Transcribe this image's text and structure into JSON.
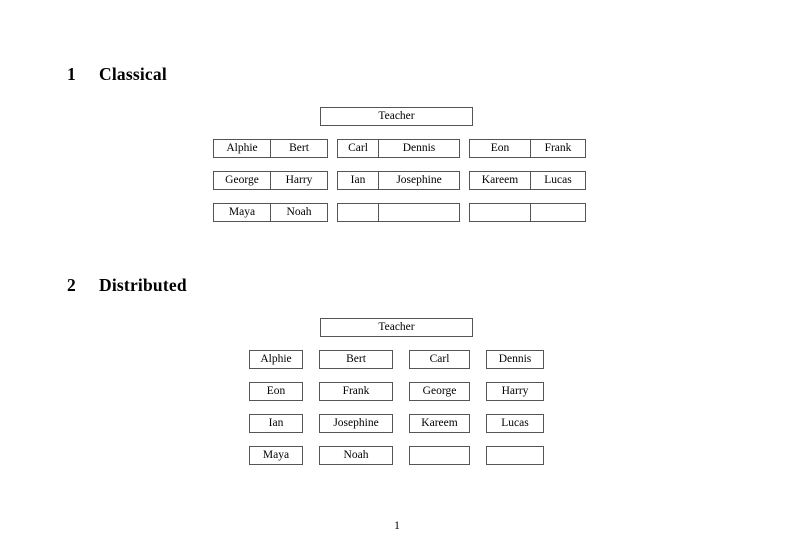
{
  "document": {
    "page_number": "1",
    "sections": [
      {
        "number": "1",
        "title": "Classical",
        "teacher_label": "Teacher",
        "groups": [
          {
            "name": "left-group",
            "rows": [
              {
                "cells": [
                  "Alphie",
                  "Bert"
                ]
              },
              {
                "cells": [
                  "George",
                  "Harry"
                ]
              },
              {
                "cells": [
                  "Maya",
                  "Noah"
                ]
              }
            ]
          },
          {
            "name": "middle-group",
            "rows": [
              {
                "cells": [
                  "Carl",
                  "Dennis"
                ]
              },
              {
                "cells": [
                  "Ian",
                  "Josephine"
                ]
              },
              {
                "cells": [
                  "",
                  ""
                ]
              }
            ]
          },
          {
            "name": "right-group",
            "rows": [
              {
                "cells": [
                  "Eon",
                  "Frank"
                ]
              },
              {
                "cells": [
                  "Kareem",
                  "Lucas"
                ]
              },
              {
                "cells": [
                  "",
                  ""
                ]
              }
            ]
          }
        ]
      },
      {
        "number": "2",
        "title": "Distributed",
        "teacher_label": "Teacher",
        "rows": [
          {
            "cells": [
              "Alphie",
              "Bert",
              "Carl",
              "Dennis"
            ]
          },
          {
            "cells": [
              "Eon",
              "Frank",
              "George",
              "Harry"
            ]
          },
          {
            "cells": [
              "Ian",
              "Josephine",
              "Kareem",
              "Lucas"
            ]
          },
          {
            "cells": [
              "Maya",
              "Noah",
              "",
              ""
            ]
          }
        ]
      }
    ]
  },
  "colors": {
    "page_background": "#ffffff",
    "text": "#000000",
    "box_border": "#555555"
  }
}
